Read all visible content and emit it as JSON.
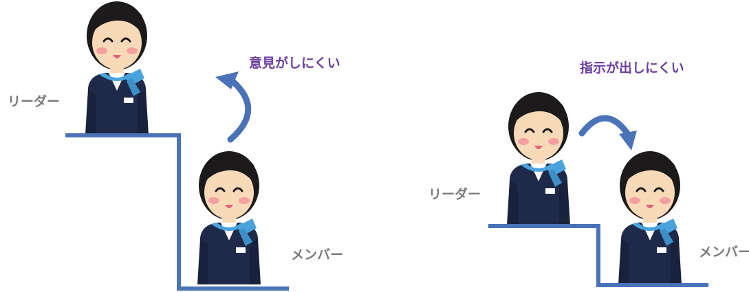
{
  "left_panel": {
    "leader_label": "リーダー",
    "member_label": "メンバー",
    "caption": "意見がしにくい"
  },
  "right_panel": {
    "leader_label": "リーダー",
    "member_label": "メンバー",
    "caption": "指示が出しにくい"
  },
  "colors": {
    "step_line": "#4a72b8",
    "arrow": "#4a72b8",
    "caption_text": "#6b3fa0",
    "role_text": "#7a7a7a",
    "suit": "#1f2a4a",
    "scarf": "#4aa3dc",
    "hair": "#1c1a1a",
    "skin": "#f8d9b8",
    "cheek": "#f4a0a0",
    "mouth": "#e6607a"
  },
  "icons": {
    "figure": "woman-in-uniform-icon",
    "arrow_left": "curved-up-arrow-icon",
    "arrow_right": "curved-down-arrow-icon"
  }
}
